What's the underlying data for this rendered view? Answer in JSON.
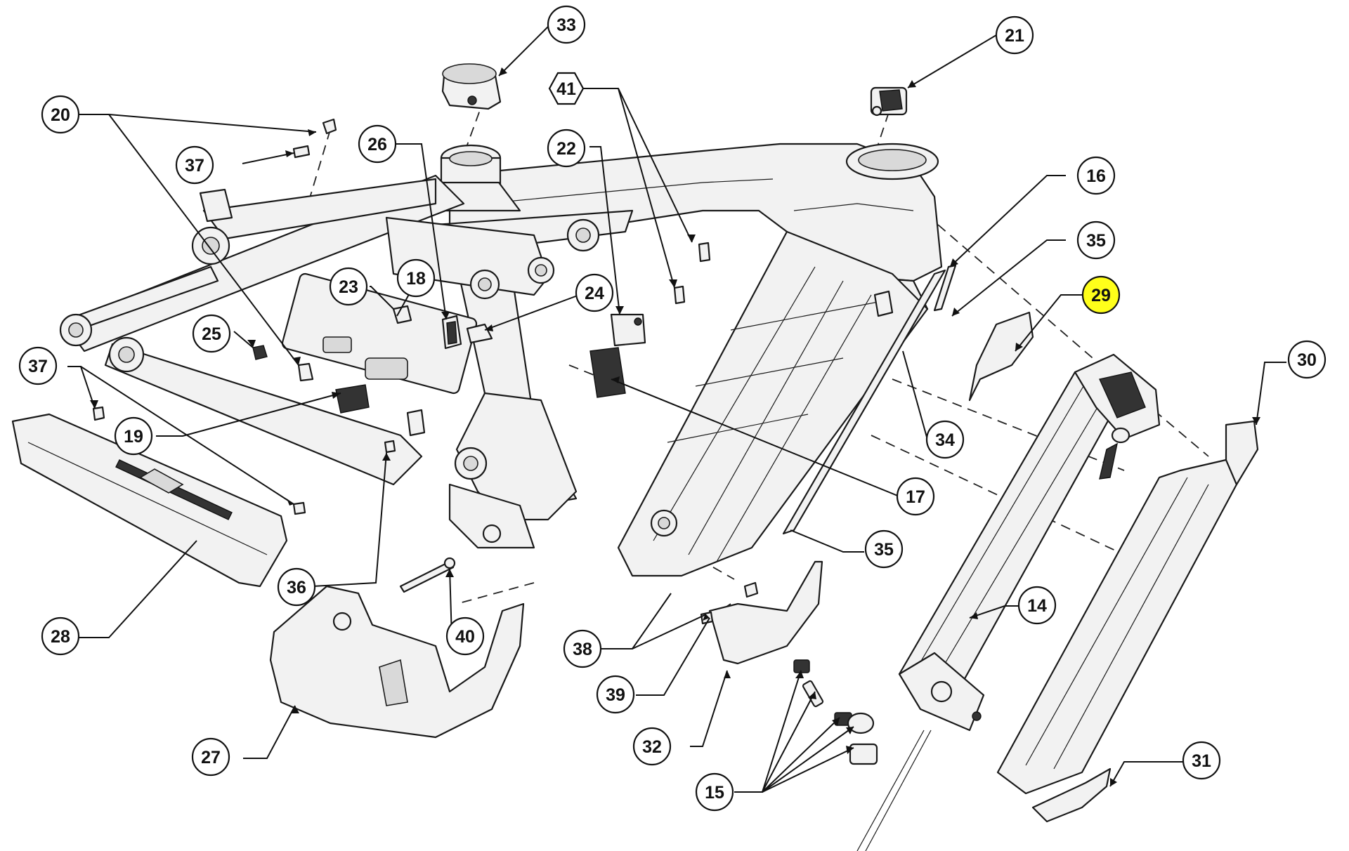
{
  "diagram": {
    "callouts": [
      {
        "id": "c33",
        "label": "33",
        "shape": "circle"
      },
      {
        "id": "c21",
        "label": "21",
        "shape": "circle"
      },
      {
        "id": "c41",
        "label": "41",
        "shape": "hexagon"
      },
      {
        "id": "c20",
        "label": "20",
        "shape": "circle"
      },
      {
        "id": "c26",
        "label": "26",
        "shape": "circle"
      },
      {
        "id": "c22",
        "label": "22",
        "shape": "circle"
      },
      {
        "id": "c16",
        "label": "16",
        "shape": "circle"
      },
      {
        "id": "c37a",
        "label": "37",
        "shape": "circle"
      },
      {
        "id": "c35a",
        "label": "35",
        "shape": "circle"
      },
      {
        "id": "c29",
        "label": "29",
        "shape": "circle",
        "highlight": "#ffff1a"
      },
      {
        "id": "c23",
        "label": "23",
        "shape": "circle"
      },
      {
        "id": "c18",
        "label": "18",
        "shape": "circle"
      },
      {
        "id": "c24",
        "label": "24",
        "shape": "circle"
      },
      {
        "id": "c25",
        "label": "25",
        "shape": "circle"
      },
      {
        "id": "c30",
        "label": "30",
        "shape": "circle"
      },
      {
        "id": "c37b",
        "label": "37",
        "shape": "circle"
      },
      {
        "id": "c19",
        "label": "19",
        "shape": "circle"
      },
      {
        "id": "c34",
        "label": "34",
        "shape": "circle"
      },
      {
        "id": "c17",
        "label": "17",
        "shape": "circle"
      },
      {
        "id": "c36",
        "label": "36",
        "shape": "circle"
      },
      {
        "id": "c35b",
        "label": "35",
        "shape": "circle"
      },
      {
        "id": "c14",
        "label": "14",
        "shape": "circle"
      },
      {
        "id": "c28",
        "label": "28",
        "shape": "circle"
      },
      {
        "id": "c40",
        "label": "40",
        "shape": "circle"
      },
      {
        "id": "c38",
        "label": "38",
        "shape": "circle"
      },
      {
        "id": "c39",
        "label": "39",
        "shape": "circle"
      },
      {
        "id": "c32",
        "label": "32",
        "shape": "circle"
      },
      {
        "id": "c27",
        "label": "27",
        "shape": "circle"
      },
      {
        "id": "c31",
        "label": "31",
        "shape": "circle"
      },
      {
        "id": "c15",
        "label": "15",
        "shape": "circle"
      }
    ]
  }
}
